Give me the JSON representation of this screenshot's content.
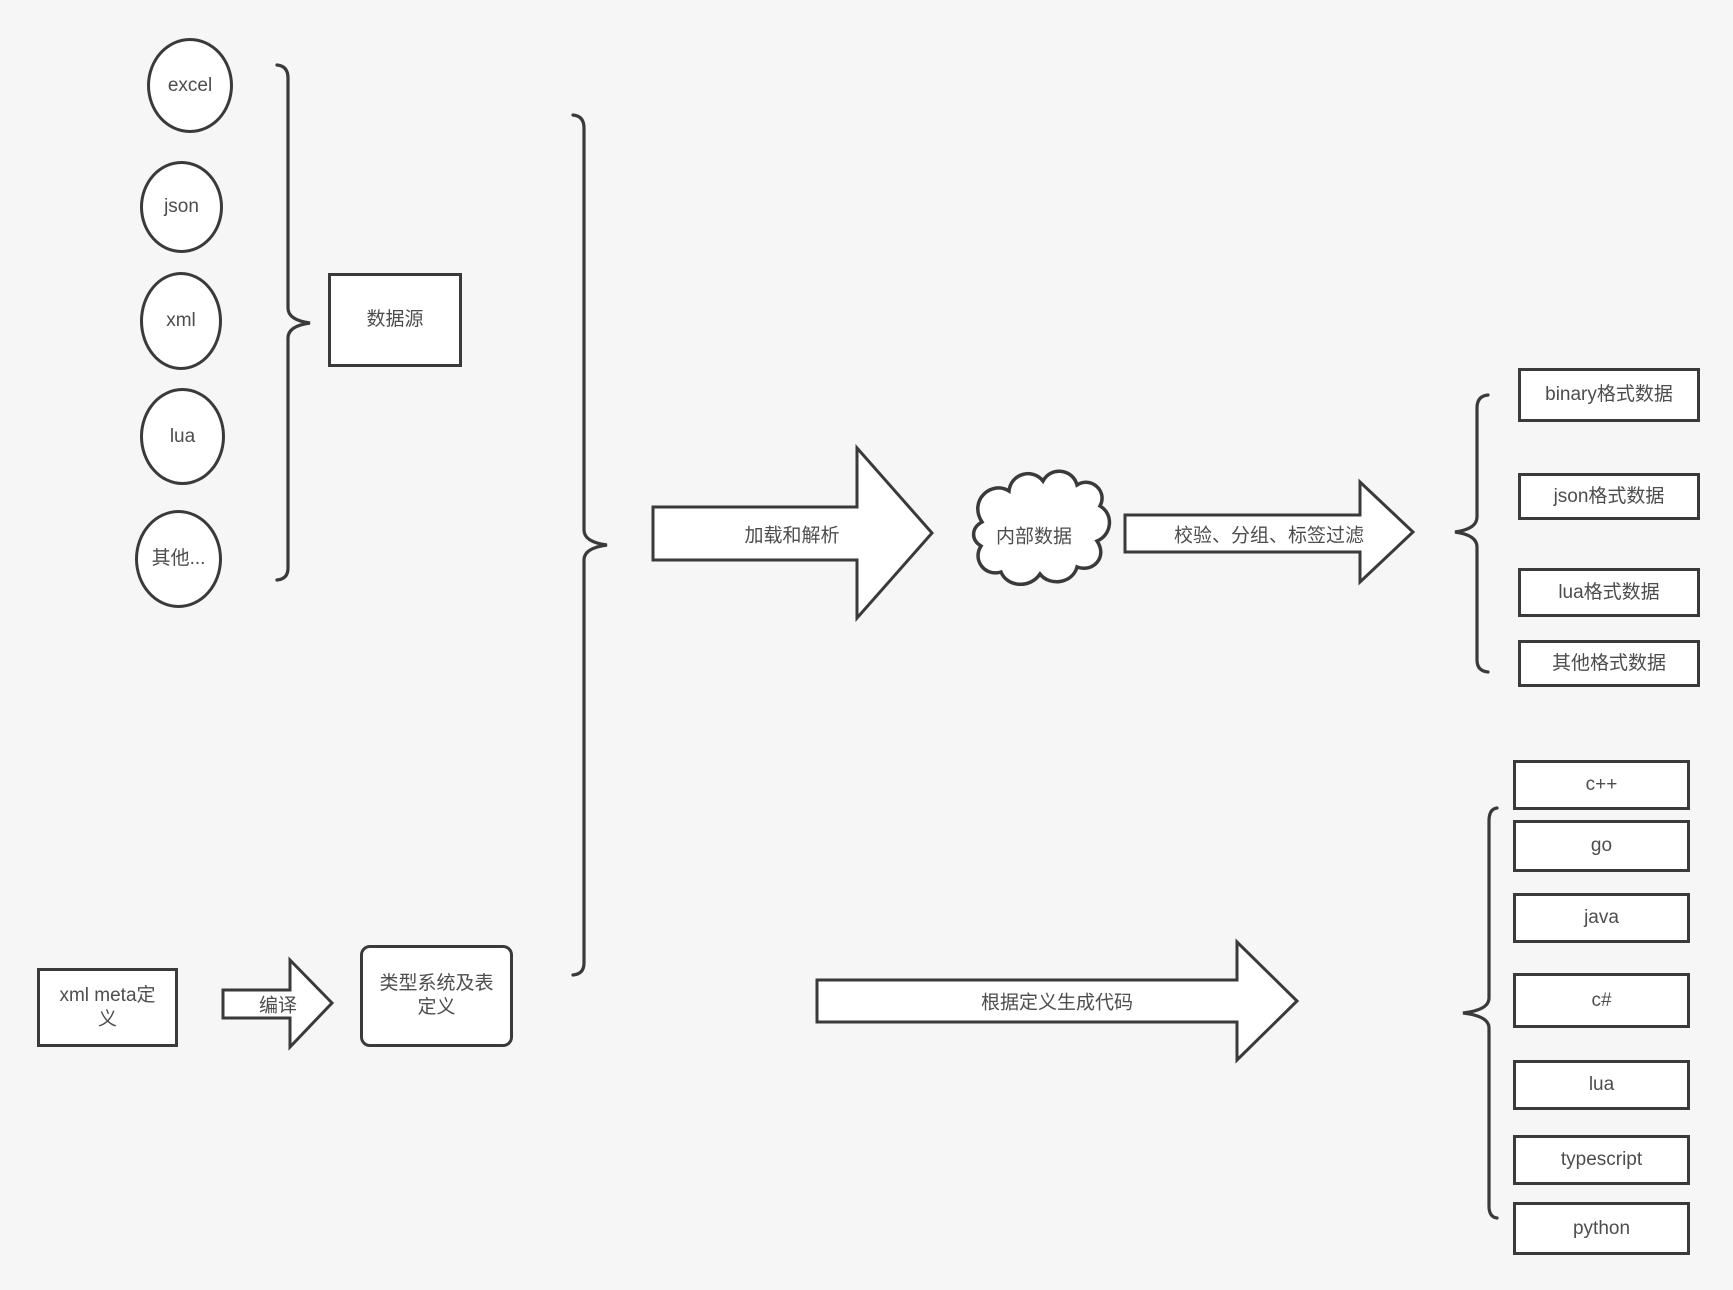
{
  "diagram": {
    "background_color": "#f6f6f6",
    "stroke_color": "#3a3a3a",
    "node_fill_color": "#ffffff",
    "text_color": "#4d4d4d"
  },
  "data_sources": {
    "group_label": "数据源",
    "nodes": [
      "excel",
      "json",
      "xml",
      "lua",
      "其他..."
    ]
  },
  "pipeline": {
    "load_arrow_label": "加载和解析",
    "internal_data_label": "内部数据",
    "filter_arrow_label": "校验、分组、标签过滤",
    "output_formats": [
      "binary格式数据",
      "json格式数据",
      "lua格式数据",
      "其他格式数据"
    ]
  },
  "codegen": {
    "meta_definition_label": "xml meta定义",
    "compile_arrow_label": "编译",
    "type_system_label": "类型系统及表定义",
    "generate_arrow_label": "根据定义生成代码",
    "languages": [
      "c++",
      "go",
      "java",
      "c#",
      "lua",
      "typescript",
      "python"
    ]
  }
}
